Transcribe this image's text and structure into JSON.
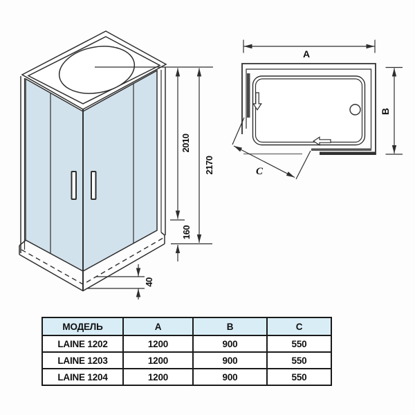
{
  "colors": {
    "background": "#fdfdfd",
    "line": "#2e2e2e",
    "glass": "#d2e2ec",
    "table_header_bg": "#d9edf7",
    "door_bar_dark": "#333333",
    "door_bar_medium": "#555555"
  },
  "front_view": {
    "dims": {
      "door_height": "2010",
      "total_height": "2170",
      "tray_height": "160",
      "base_height": "40"
    }
  },
  "top_view": {
    "labels": {
      "width": "A",
      "depth": "B",
      "entry": "C"
    }
  },
  "table": {
    "headers": [
      "МОДЕЛЬ",
      "A",
      "B",
      "C"
    ],
    "rows": [
      {
        "model": "LAINE 1202",
        "a": "1200",
        "b": "900",
        "c": "550"
      },
      {
        "model": "LAINE 1203",
        "a": "1200",
        "b": "900",
        "c": "550"
      },
      {
        "model": "LAINE 1204",
        "a": "1200",
        "b": "900",
        "c": "550"
      }
    ]
  }
}
